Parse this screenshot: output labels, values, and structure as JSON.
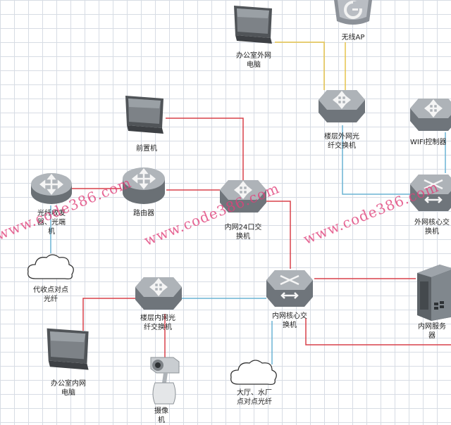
{
  "colors": {
    "red_link": "#d8404a",
    "blue_link": "#6ab3d4",
    "yellow_link": "#e6c34a",
    "watermark": "#e0407a"
  },
  "labels": {
    "wireless_ap": "无线AP",
    "office_ext_pc": "办公室外网\n电脑",
    "front_pc": "前置机",
    "floor_ext_switch": "楼层外网光\n纤交换机",
    "wifi_controller": "WIFI控制器",
    "optical_transceiver": "光纤收发\n器、光端\n机",
    "router": "路由器",
    "intranet_24port": "内网24口交\n换机",
    "ext_core_switch": "外网核心交\n换机",
    "agent_fiber": "代收点对点\n光纤",
    "floor_int_switch": "楼层内网光\n纤交换机",
    "int_core_switch": "内网核心交\n换机",
    "int_server": "内网服务\n器",
    "office_int_pc": "办公室内网\n电脑",
    "camera": "摄像\n机",
    "hall_fiber": "大厅、水厂\n点对点光纤"
  },
  "watermarks": [
    "www.code386.com",
    "www.code386.com",
    "www.code386.com"
  ]
}
